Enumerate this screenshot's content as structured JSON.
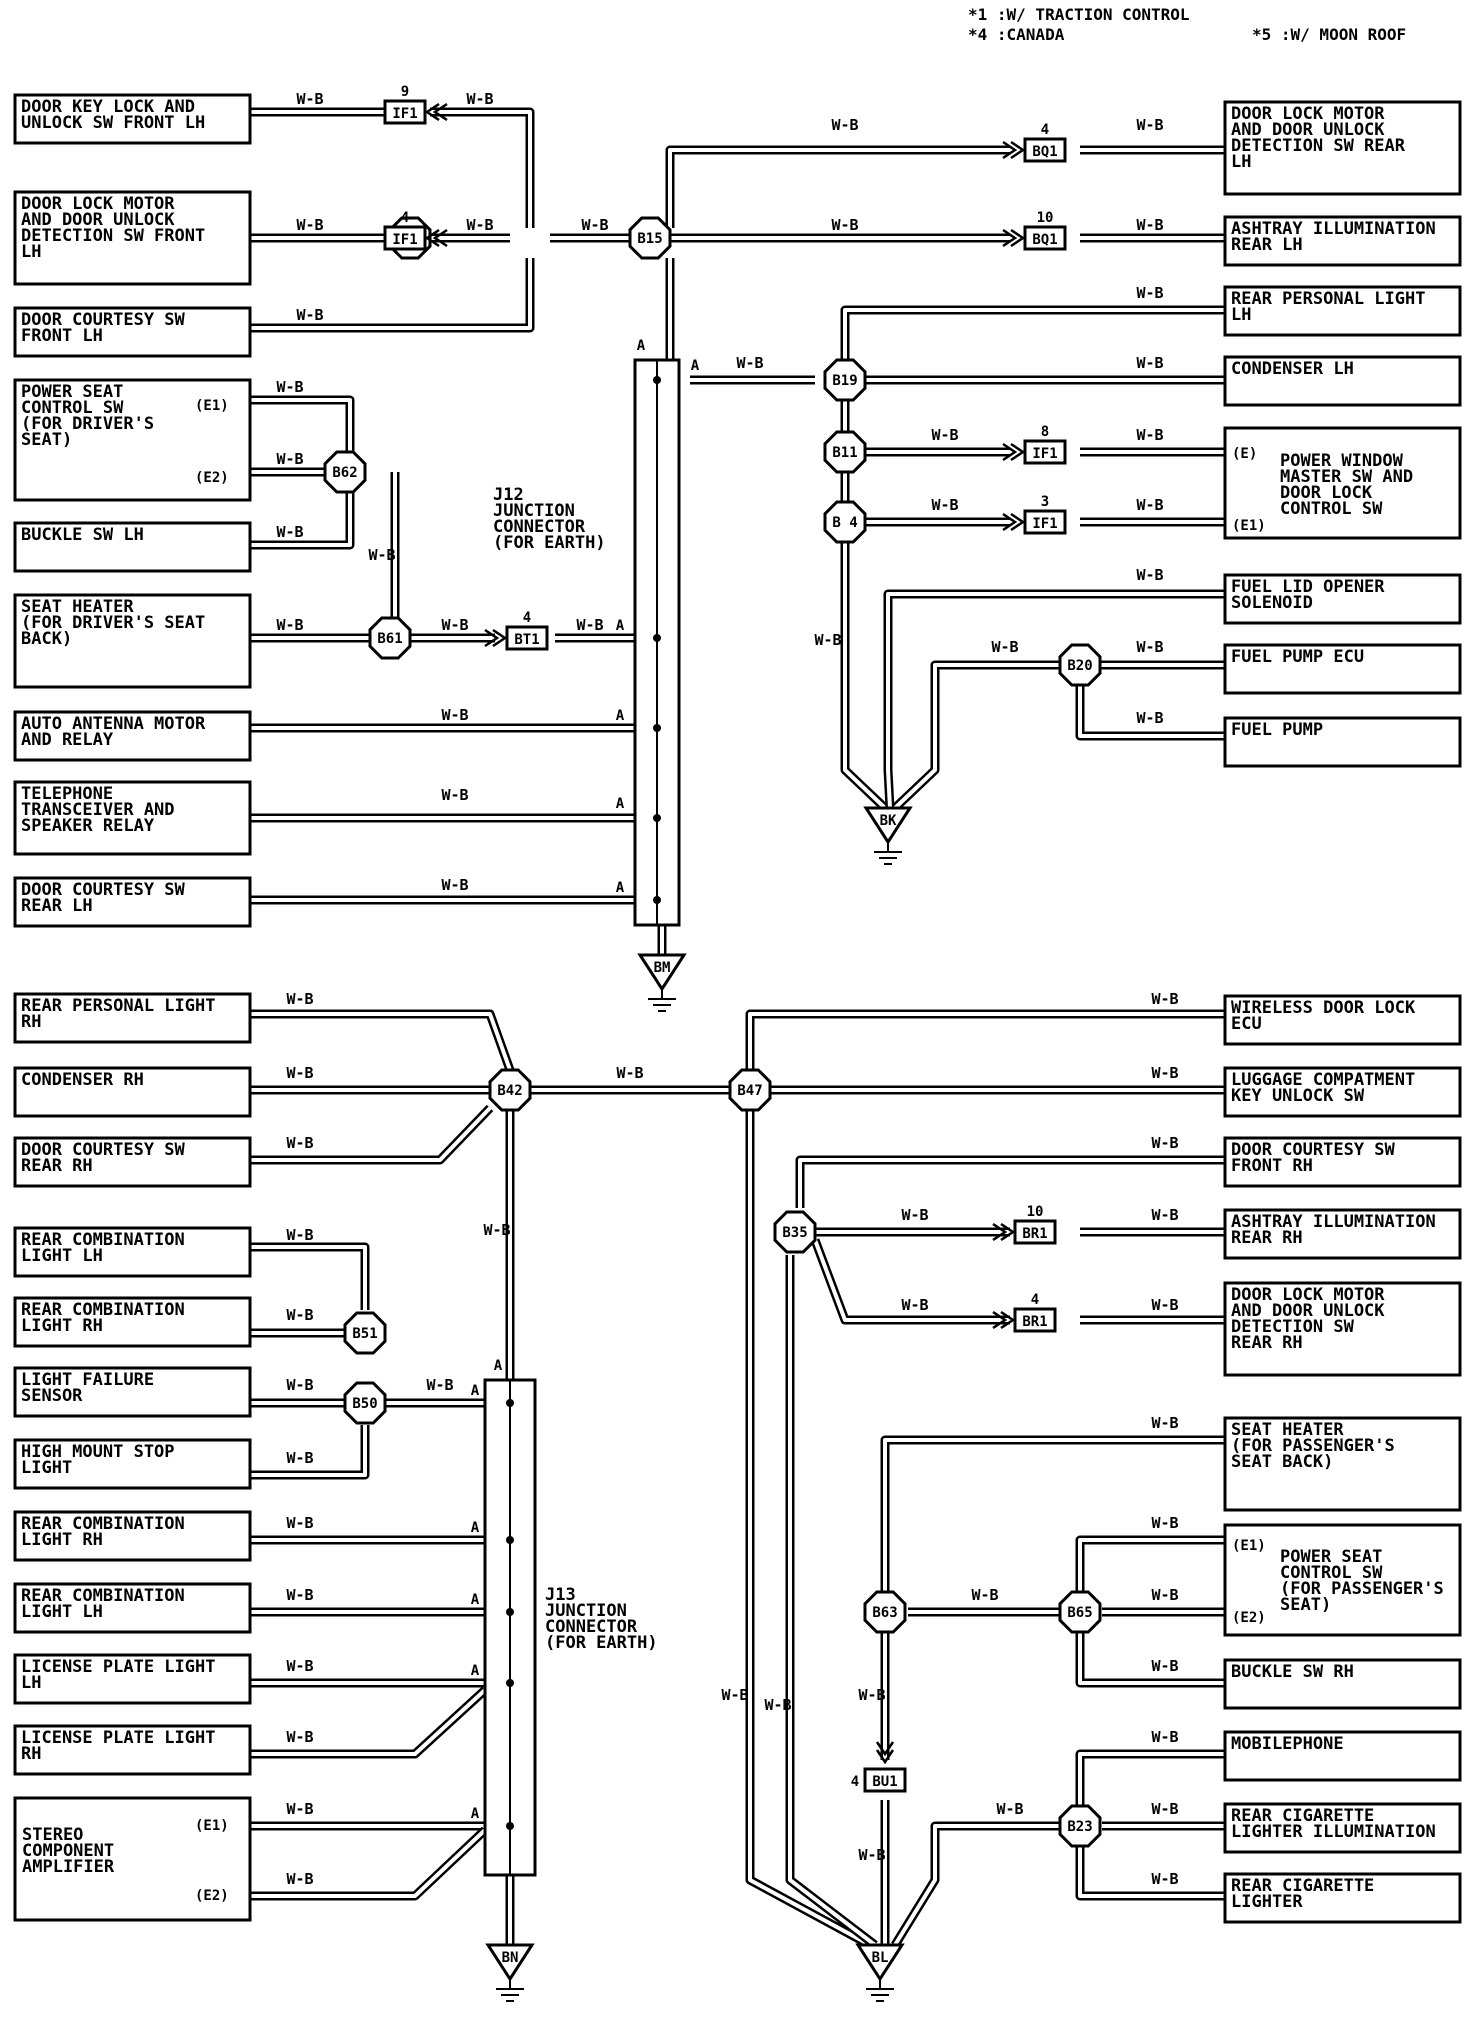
{
  "notes": {
    "n1": "*1 :W/ TRACTION CONTROL",
    "n4": "*4 :CANADA",
    "n5": "*5 :W/ MOON ROOF"
  },
  "wire_color": "W-B",
  "connector_side": "A",
  "components": {
    "door_key_lock_front_lh": [
      "DOOR KEY LOCK AND",
      "UNLOCK SW FRONT LH"
    ],
    "door_lock_motor_front_lh": [
      "DOOR LOCK MOTOR",
      "AND DOOR UNLOCK",
      "DETECTION SW FRONT",
      "LH"
    ],
    "door_courtesy_front_lh": [
      "DOOR COURTESY SW",
      "FRONT LH"
    ],
    "power_seat_driver": [
      "POWER SEAT",
      "CONTROL SW",
      "(FOR DRIVER'S",
      " SEAT)"
    ],
    "buckle_lh": [
      "BUCKLE SW LH"
    ],
    "seat_heater_driver": [
      "SEAT HEATER",
      "(FOR DRIVER'S SEAT",
      " BACK)"
    ],
    "auto_antenna": [
      "AUTO ANTENNA MOTOR",
      "AND RELAY"
    ],
    "telephone": [
      "TELEPHONE",
      "TRANSCEIVER AND",
      "SPEAKER RELAY"
    ],
    "door_courtesy_rear_lh": [
      "DOOR COURTESY SW",
      "REAR LH"
    ],
    "door_lock_motor_rear_lh": [
      "DOOR LOCK MOTOR",
      "AND DOOR UNLOCK",
      "DETECTION SW REAR",
      "LH"
    ],
    "ashtray_rear_lh": [
      "ASHTRAY ILLUMINATION",
      "REAR LH"
    ],
    "rear_personal_lh": [
      "REAR PERSONAL LIGHT",
      "LH"
    ],
    "condenser_lh": [
      "CONDENSER LH"
    ],
    "power_window": [
      "POWER WINDOW",
      "MASTER SW AND",
      "DOOR LOCK",
      "CONTROL SW"
    ],
    "fuel_lid": [
      "FUEL LID OPENER",
      "SOLENOID"
    ],
    "fuel_pump_ecu": [
      "FUEL PUMP ECU"
    ],
    "fuel_pump": [
      "FUEL PUMP"
    ],
    "rear_personal_rh": [
      "REAR PERSONAL LIGHT",
      "RH"
    ],
    "condenser_rh": [
      "CONDENSER RH"
    ],
    "door_courtesy_rear_rh": [
      "DOOR COURTESY SW",
      "REAR RH"
    ],
    "rear_comb_lh_1": [
      "REAR COMBINATION",
      "LIGHT LH"
    ],
    "rear_comb_rh_1": [
      "REAR COMBINATION",
      "LIGHT RH"
    ],
    "light_failure": [
      "LIGHT FAILURE",
      "SENSOR"
    ],
    "high_mount": [
      "HIGH MOUNT STOP",
      "LIGHT"
    ],
    "rear_comb_rh_2": [
      "REAR COMBINATION",
      "LIGHT RH"
    ],
    "rear_comb_lh_2": [
      "REAR COMBINATION",
      "LIGHT LH"
    ],
    "license_lh": [
      "LICENSE PLATE LIGHT",
      "LH"
    ],
    "license_rh": [
      "LICENSE PLATE LIGHT",
      "RH"
    ],
    "stereo": [
      "STEREO",
      "COMPONENT",
      "AMPLIFIER"
    ],
    "wireless_door_lock": [
      "WIRELESS DOOR LOCK",
      "ECU"
    ],
    "luggage_key": [
      "LUGGAGE COMPATMENT",
      "KEY UNLOCK SW"
    ],
    "door_courtesy_front_rh": [
      "DOOR COURTESY SW",
      "FRONT RH"
    ],
    "ashtray_rear_rh": [
      "ASHTRAY ILLUMINATION",
      "REAR RH"
    ],
    "door_lock_motor_rear_rh": [
      "DOOR LOCK MOTOR",
      "AND DOOR UNLOCK",
      "DETECTION SW",
      "REAR RH"
    ],
    "seat_heater_passenger": [
      "SEAT HEATER",
      "(FOR PASSENGER'S",
      " SEAT BACK)"
    ],
    "power_seat_passenger": [
      "POWER SEAT",
      "CONTROL SW",
      "(FOR PASSENGER'S",
      " SEAT)"
    ],
    "buckle_rh": [
      "BUCKLE SW RH"
    ],
    "mobilephone": [
      "MOBILEPHONE"
    ],
    "rear_cig_illum": [
      "REAR CIGARETTE",
      "LIGHTER ILLUMINATION"
    ],
    "rear_cig": [
      "REAR CIGARETTE",
      "LIGHTER"
    ]
  },
  "pin_labels": {
    "e1": "(E1)",
    "e2": "(E2)",
    "e": "(E)"
  },
  "junctions": {
    "j12": [
      "J12",
      "JUNCTION",
      "CONNECTOR",
      "(FOR EARTH)"
    ],
    "j13": [
      "J13",
      "JUNCTION",
      "CONNECTOR",
      "(FOR EARTH)"
    ]
  },
  "splices": [
    "B 4",
    "B15",
    "B62",
    "B61",
    "B19",
    "B11",
    "B 4",
    "B20",
    "B42",
    "B47",
    "B51",
    "B50",
    "B35",
    "B63",
    "B65",
    "B23"
  ],
  "connectors": [
    {
      "name": "IF1",
      "pin": "9"
    },
    {
      "name": "IF1",
      "pin": "4"
    },
    {
      "name": "BQ1",
      "pin": "4"
    },
    {
      "name": "BQ1",
      "pin": "10"
    },
    {
      "name": "IF1",
      "pin": "8"
    },
    {
      "name": "IF1",
      "pin": "3"
    },
    {
      "name": "BT1",
      "pin": "4"
    },
    {
      "name": "BR1",
      "pin": "10"
    },
    {
      "name": "BR1",
      "pin": "4"
    },
    {
      "name": "BU1",
      "pin": "4"
    }
  ],
  "grounds": [
    "BK",
    "BM",
    "BN",
    "BL"
  ]
}
